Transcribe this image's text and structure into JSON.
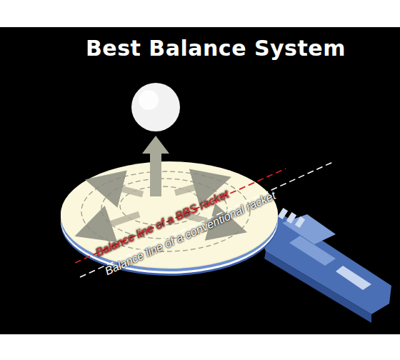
{
  "diagram": {
    "title": "Best Balance System",
    "labels": [
      "Balance line of a BBS racket",
      "Balance line of a conventional racket"
    ]
  }
}
